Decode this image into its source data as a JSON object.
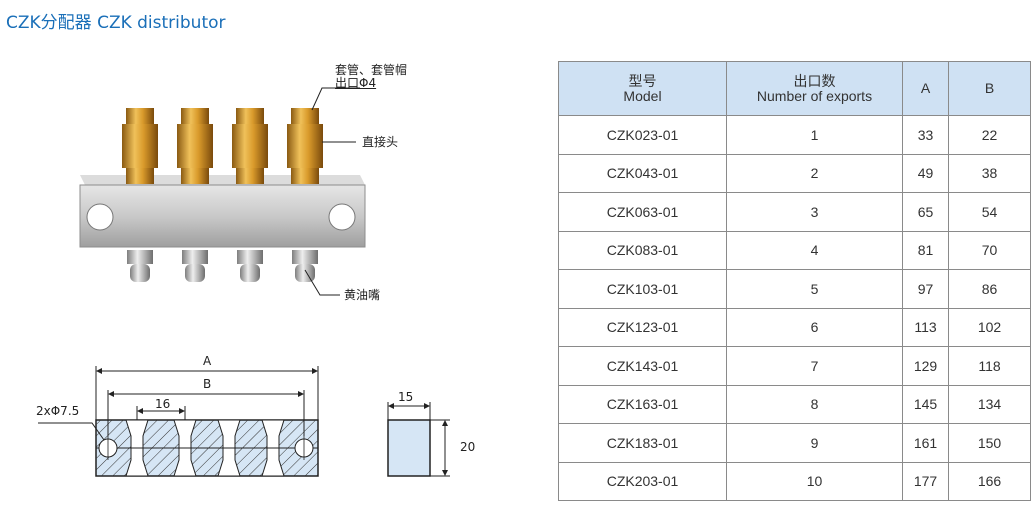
{
  "title": "CZK分配器 CZK distributor",
  "labels": {
    "sleeve": "套管、套管帽",
    "outlet": "出口Φ4",
    "straight_connector": "直接头",
    "grease_nipple": "黄油嘴"
  },
  "drawing": {
    "dim_a": "A",
    "dim_b": "B",
    "dim_16": "16",
    "holes": "2xΦ7.5",
    "dim_15": "15",
    "dim_20": "20"
  },
  "table": {
    "headers": [
      {
        "cn": "型号",
        "en": "Model"
      },
      {
        "cn": "出口数",
        "en": "Number of exports"
      },
      {
        "cn": "",
        "en": "A"
      },
      {
        "cn": "",
        "en": "B"
      }
    ],
    "rows": [
      [
        "CZK023-01",
        "1",
        "33",
        "22"
      ],
      [
        "CZK043-01",
        "2",
        "49",
        "38"
      ],
      [
        "CZK063-01",
        "3",
        "65",
        "54"
      ],
      [
        "CZK083-01",
        "4",
        "81",
        "70"
      ],
      [
        "CZK103-01",
        "5",
        "97",
        "86"
      ],
      [
        "CZK123-01",
        "6",
        "113",
        "102"
      ],
      [
        "CZK143-01",
        "7",
        "129",
        "118"
      ],
      [
        "CZK163-01",
        "8",
        "145",
        "134"
      ],
      [
        "CZK183-01",
        "9",
        "161",
        "150"
      ],
      [
        "CZK203-01",
        "10",
        "177",
        "166"
      ]
    ]
  }
}
